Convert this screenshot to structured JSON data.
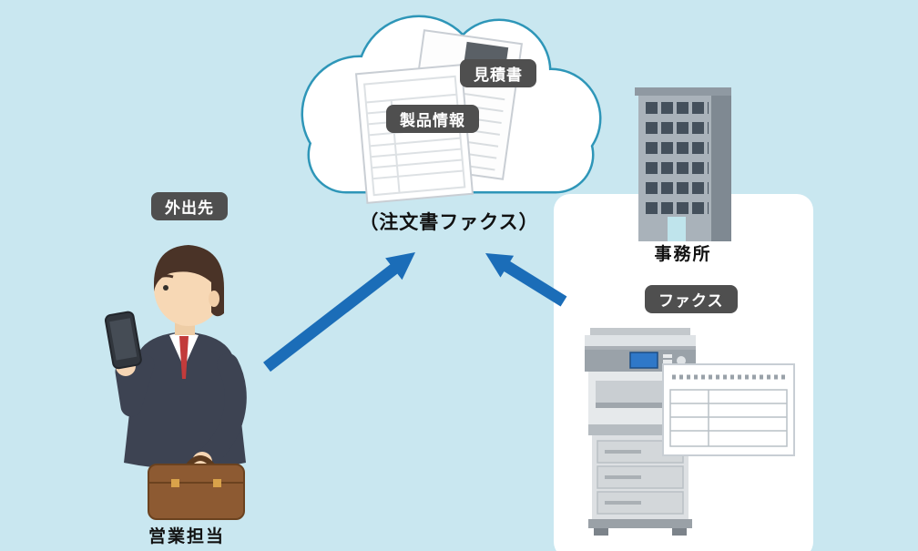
{
  "labels": {
    "quote_badge": "見積書",
    "product_badge": "製品情報",
    "cloud_caption": "（注文書ファクス）",
    "field_badge": "外出先",
    "salesperson": "営業担当",
    "office": "事務所",
    "fax_badge": "ファクス"
  },
  "colors": {
    "background": "#c9e7f0",
    "badge_bg": "#4f4f4f",
    "badge_text": "#ffffff",
    "arrow": "#1b6db8",
    "cloud_stroke": "#2e96b8",
    "text": "#111111"
  }
}
